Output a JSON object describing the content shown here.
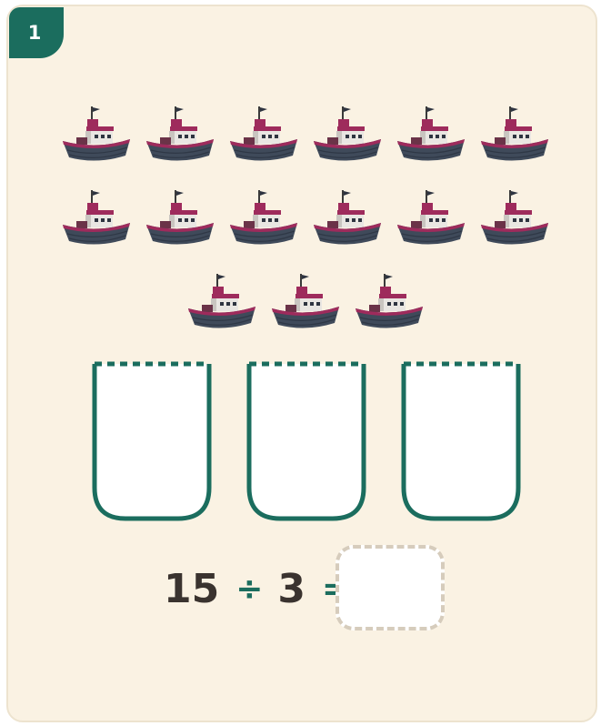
{
  "problem": {
    "number": "1"
  },
  "boats": {
    "count": 15,
    "rows": [
      6,
      6,
      3
    ],
    "hull_color": "#3f4a5a",
    "stripe_color": "#9e2b5c",
    "cabin_color": "#e9e6e2"
  },
  "groups": {
    "count": 3,
    "border_color": "#1b6d5e"
  },
  "equation": {
    "dividend": "15",
    "operator": "÷",
    "divisor": "3",
    "equals": "=",
    "answer": ""
  }
}
